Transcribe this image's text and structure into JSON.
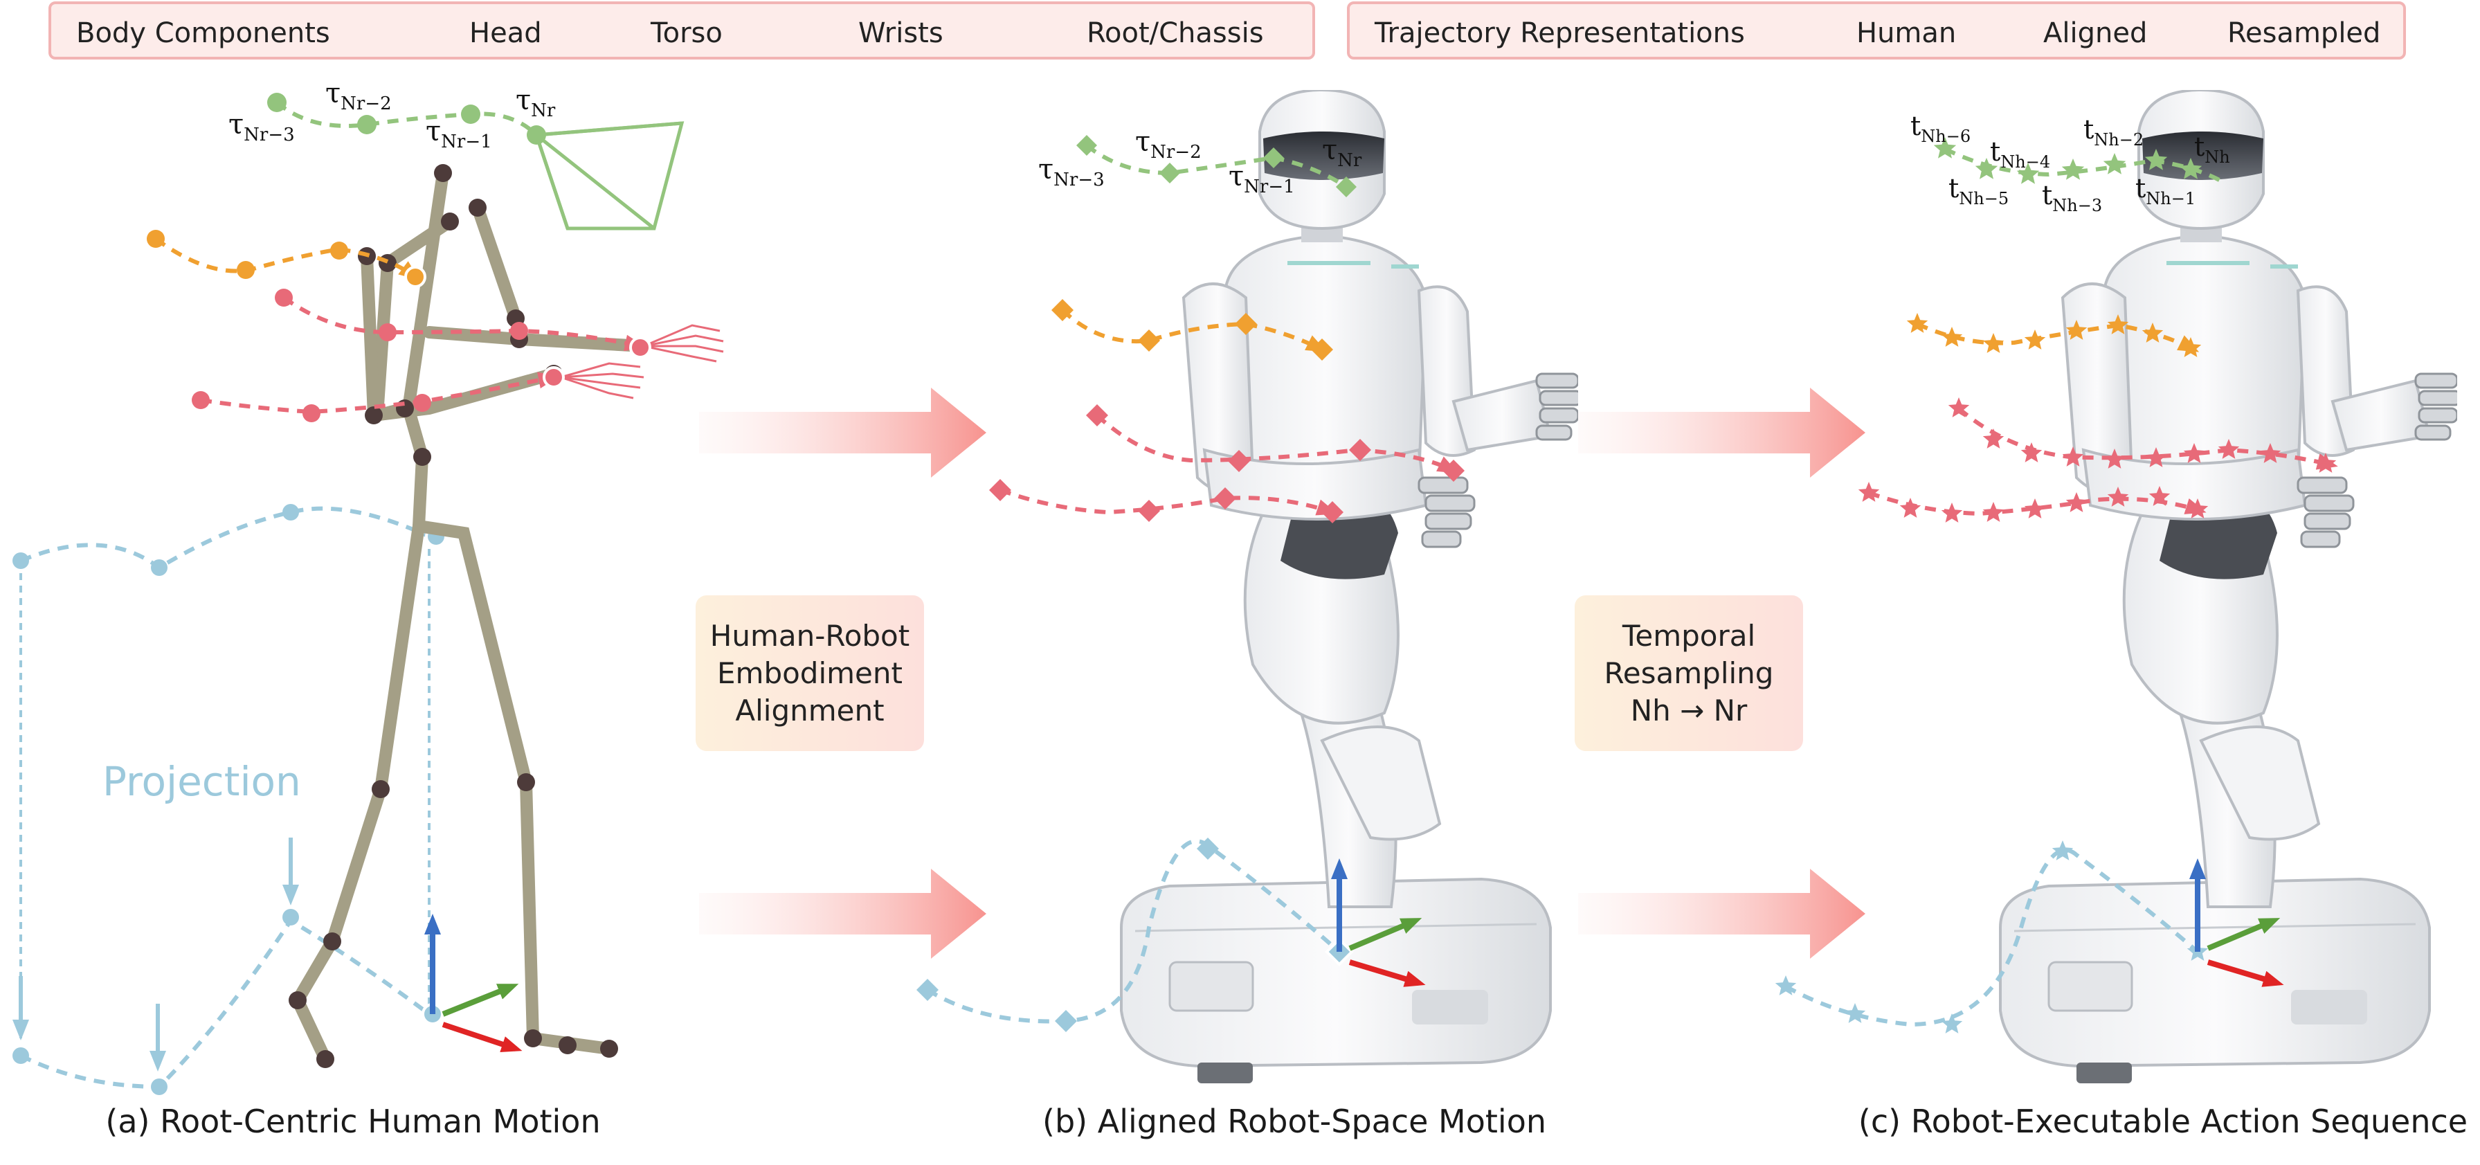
{
  "legend_components": {
    "title": "Body Components",
    "items": [
      {
        "label": "Head",
        "color": "#93c47d"
      },
      {
        "label": "Torso",
        "color": "#f0a030"
      },
      {
        "label": "Wrists",
        "color": "#e86a78"
      },
      {
        "label": "Root/Chassis",
        "color": "#9cc9dc"
      }
    ]
  },
  "legend_representations": {
    "title": "Trajectory Representations",
    "items": [
      {
        "label": "Human",
        "icon": "circle-icon"
      },
      {
        "label": "Aligned",
        "icon": "diamond-icon"
      },
      {
        "label": "Resampled",
        "icon": "star-icon"
      }
    ]
  },
  "process_alignment": {
    "lines": [
      "Human-Robot",
      "Embodiment",
      "Alignment"
    ]
  },
  "process_resampling": {
    "lines": [
      "Temporal",
      "Resampling",
      "Nh → Nr"
    ]
  },
  "projection_label": "Projection",
  "captions": {
    "a": "(a) Root-Centric Human Motion",
    "b": "(b) Aligned Robot-Space Motion",
    "c": "(c) Robot-Executable Action Sequence"
  },
  "labels_a": {
    "t3": "τ",
    "t3_sub": "Nr−3",
    "t2": "τ",
    "t2_sub": "Nr−2",
    "t1": "τ",
    "t1_sub": "Nr−1",
    "t0": "τ",
    "t0_sub": "Nr"
  },
  "labels_b": {
    "t3": "τ",
    "t3_sub": "Nr−3",
    "t2": "τ",
    "t2_sub": "Nr−2",
    "t1": "τ",
    "t1_sub": "Nr−1",
    "t0": "τ",
    "t0_sub": "Nr"
  },
  "labels_c": {
    "h6": "t",
    "h6_sub": "Nh−6",
    "h5": "t",
    "h5_sub": "Nh−5",
    "h4": "t",
    "h4_sub": "Nh−4",
    "h3": "t",
    "h3_sub": "Nh−3",
    "h2": "t",
    "h2_sub": "Nh−2",
    "h1": "t",
    "h1_sub": "Nh−1",
    "h0": "t",
    "h0_sub": "Nh"
  }
}
